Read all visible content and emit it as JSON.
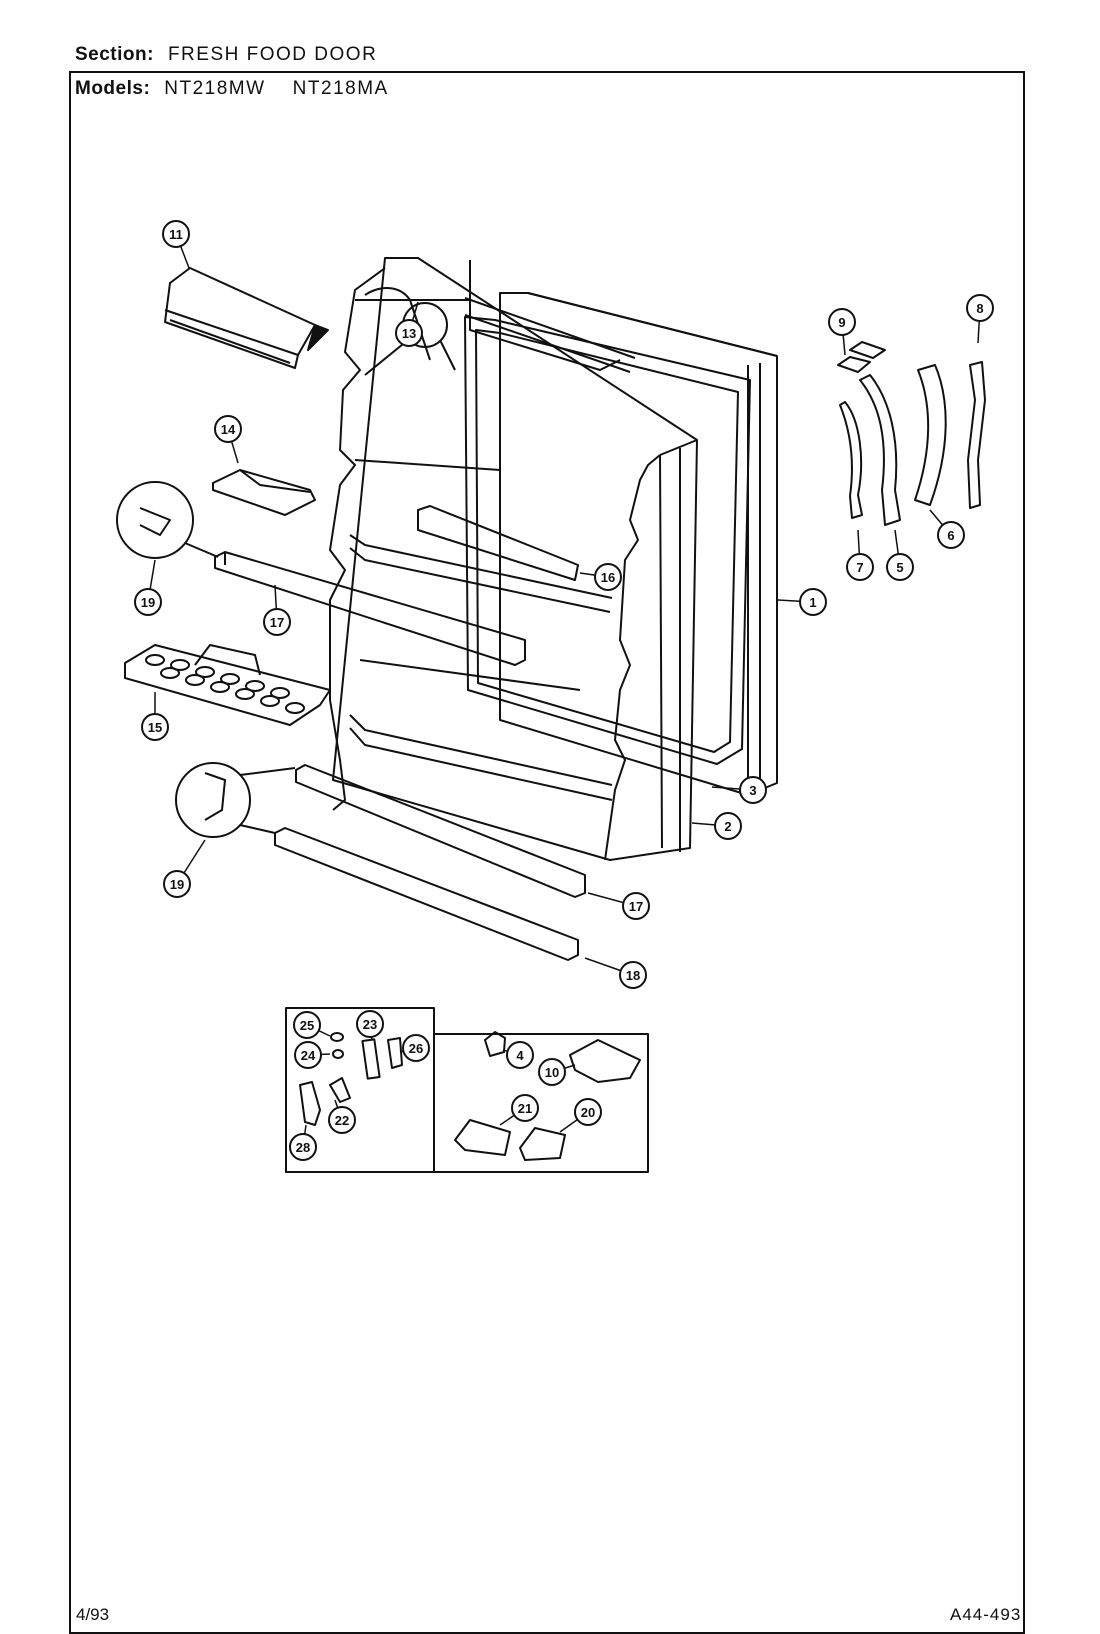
{
  "header": {
    "section_label": "Section:",
    "section_value": "FRESH FOOD DOOR",
    "models_label": "Models:",
    "models_value": "NT218MW    NT218MA"
  },
  "footer": {
    "date": "4/93",
    "code": "A44-493"
  },
  "callouts": {
    "c1": "1",
    "c2": "2",
    "c3": "3",
    "c4": "4",
    "c5": "5",
    "c6": "6",
    "c7": "7",
    "c8": "8",
    "c9": "9",
    "c10": "10",
    "c11": "11",
    "c13": "13",
    "c14": "14",
    "c15": "15",
    "c16": "16",
    "c17a": "17",
    "c17b": "17",
    "c18": "18",
    "c19a": "19",
    "c19b": "19",
    "c20": "20",
    "c21": "21",
    "c22": "22",
    "c23": "23",
    "c24": "24",
    "c25": "25",
    "c26": "26",
    "c28": "28"
  }
}
